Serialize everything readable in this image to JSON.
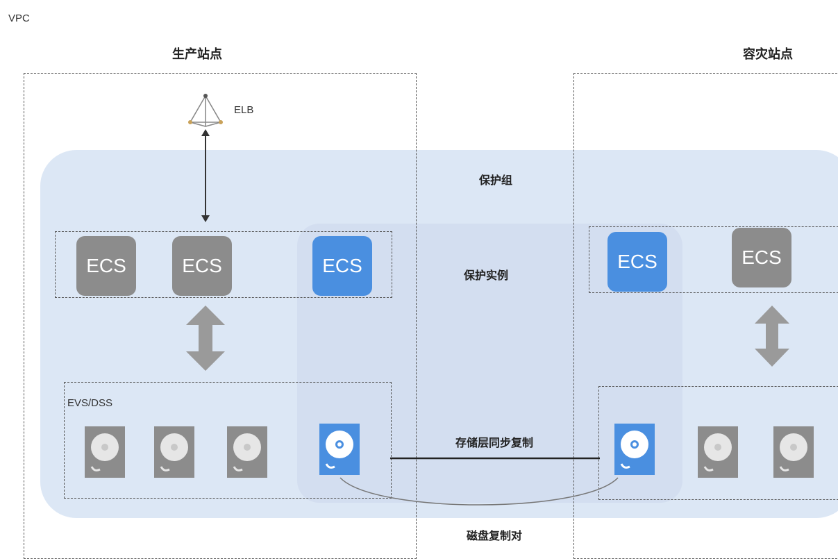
{
  "vpc_label": "VPC",
  "production_site": {
    "title": "生产站点"
  },
  "dr_site": {
    "title": "容灾站点"
  },
  "elb": {
    "label": "ELB"
  },
  "protection_group": {
    "label": "保护组"
  },
  "protected_instance": {
    "label": "保护实例"
  },
  "storage_sync": {
    "label": "存储层同步复制"
  },
  "disk_pair": {
    "label": "磁盘复制对"
  },
  "evs_dss": {
    "label": "EVS/DSS"
  },
  "ecs": {
    "prod": [
      "ECS",
      "ECS",
      "ECS"
    ],
    "dr": [
      "ECS",
      "ECS"
    ]
  },
  "colors": {
    "group_bg": "#dce7f5",
    "ecs_grey": "#8c8c8c",
    "ecs_blue": "#4a8fe0",
    "disk_grey": "#8c8c8c",
    "disk_blue": "#4a8fe0"
  },
  "icons": {
    "elb": "load-balancer-icon",
    "disk": "hard-disk-icon",
    "arrow": "bidirectional-arrow-icon"
  }
}
